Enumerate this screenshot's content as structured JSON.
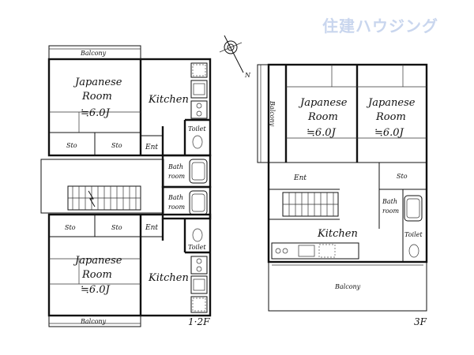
{
  "brand": {
    "text": "住建ハウジング"
  },
  "compass": {
    "north_label": "N"
  },
  "floor_1_2": {
    "floor_label": "1·2F",
    "upper_unit": {
      "balcony": "Balcony",
      "japanese_room": {
        "line1": "Japanese",
        "line2": "Room",
        "size": "≒6.0J"
      },
      "kitchen": "Kitchen",
      "storage_a": "Sto",
      "storage_b": "Sto",
      "entrance": "Ent",
      "toilet": "Toilet",
      "bath": {
        "line1": "Bath",
        "line2": "room"
      }
    },
    "lower_unit": {
      "balcony": "Balcony",
      "japanese_room": {
        "line1": "Japanese",
        "line2": "Room",
        "size": "≒6.0J"
      },
      "kitchen": "Kitchen",
      "storage_a": "Sto",
      "storage_b": "Sto",
      "entrance": "Ent",
      "toilet": "Toilet",
      "bath": {
        "line1": "Bath",
        "line2": "room"
      }
    }
  },
  "floor_3": {
    "floor_label": "3F",
    "balcony_side": "Balcony",
    "japanese_room_a": {
      "line1": "Japanese",
      "line2": "Room",
      "size": "≒6.0J"
    },
    "japanese_room_b": {
      "line1": "Japanese",
      "line2": "Room",
      "size": "≒6.0J"
    },
    "entrance": "Ent",
    "storage": "Sto",
    "bath": {
      "line1": "Bath",
      "line2": "room"
    },
    "toilet": "Toilet",
    "kitchen": "Kitchen",
    "balcony_bottom": "Balcony"
  }
}
